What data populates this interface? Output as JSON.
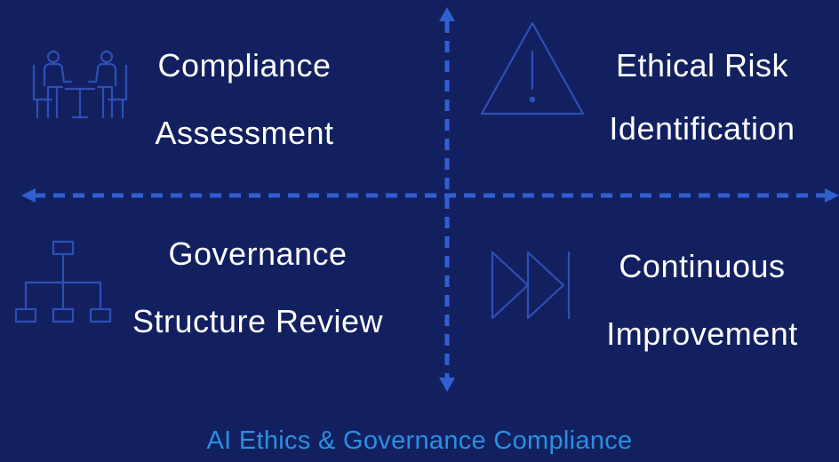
{
  "colors": {
    "background": "#132060",
    "axis": "#2f5fd0",
    "icon": "#2f4fb5",
    "text": "#ffffff",
    "footer": "#2b8fe0"
  },
  "quadrants": {
    "top_left": {
      "icon": "meeting-people-table-icon",
      "line1": "Compliance",
      "line2": "Assessment"
    },
    "top_right": {
      "icon": "warning-triangle-icon",
      "line1": "Ethical Risk",
      "line2": "Identification"
    },
    "bottom_left": {
      "icon": "org-hierarchy-icon",
      "line1": "Governance",
      "line2": "Structure Review"
    },
    "bottom_right": {
      "icon": "fast-forward-end-icon",
      "line1": "Continuous",
      "line2": "Improvement"
    }
  },
  "footer": {
    "title": "AI Ethics & Governance Compliance"
  }
}
